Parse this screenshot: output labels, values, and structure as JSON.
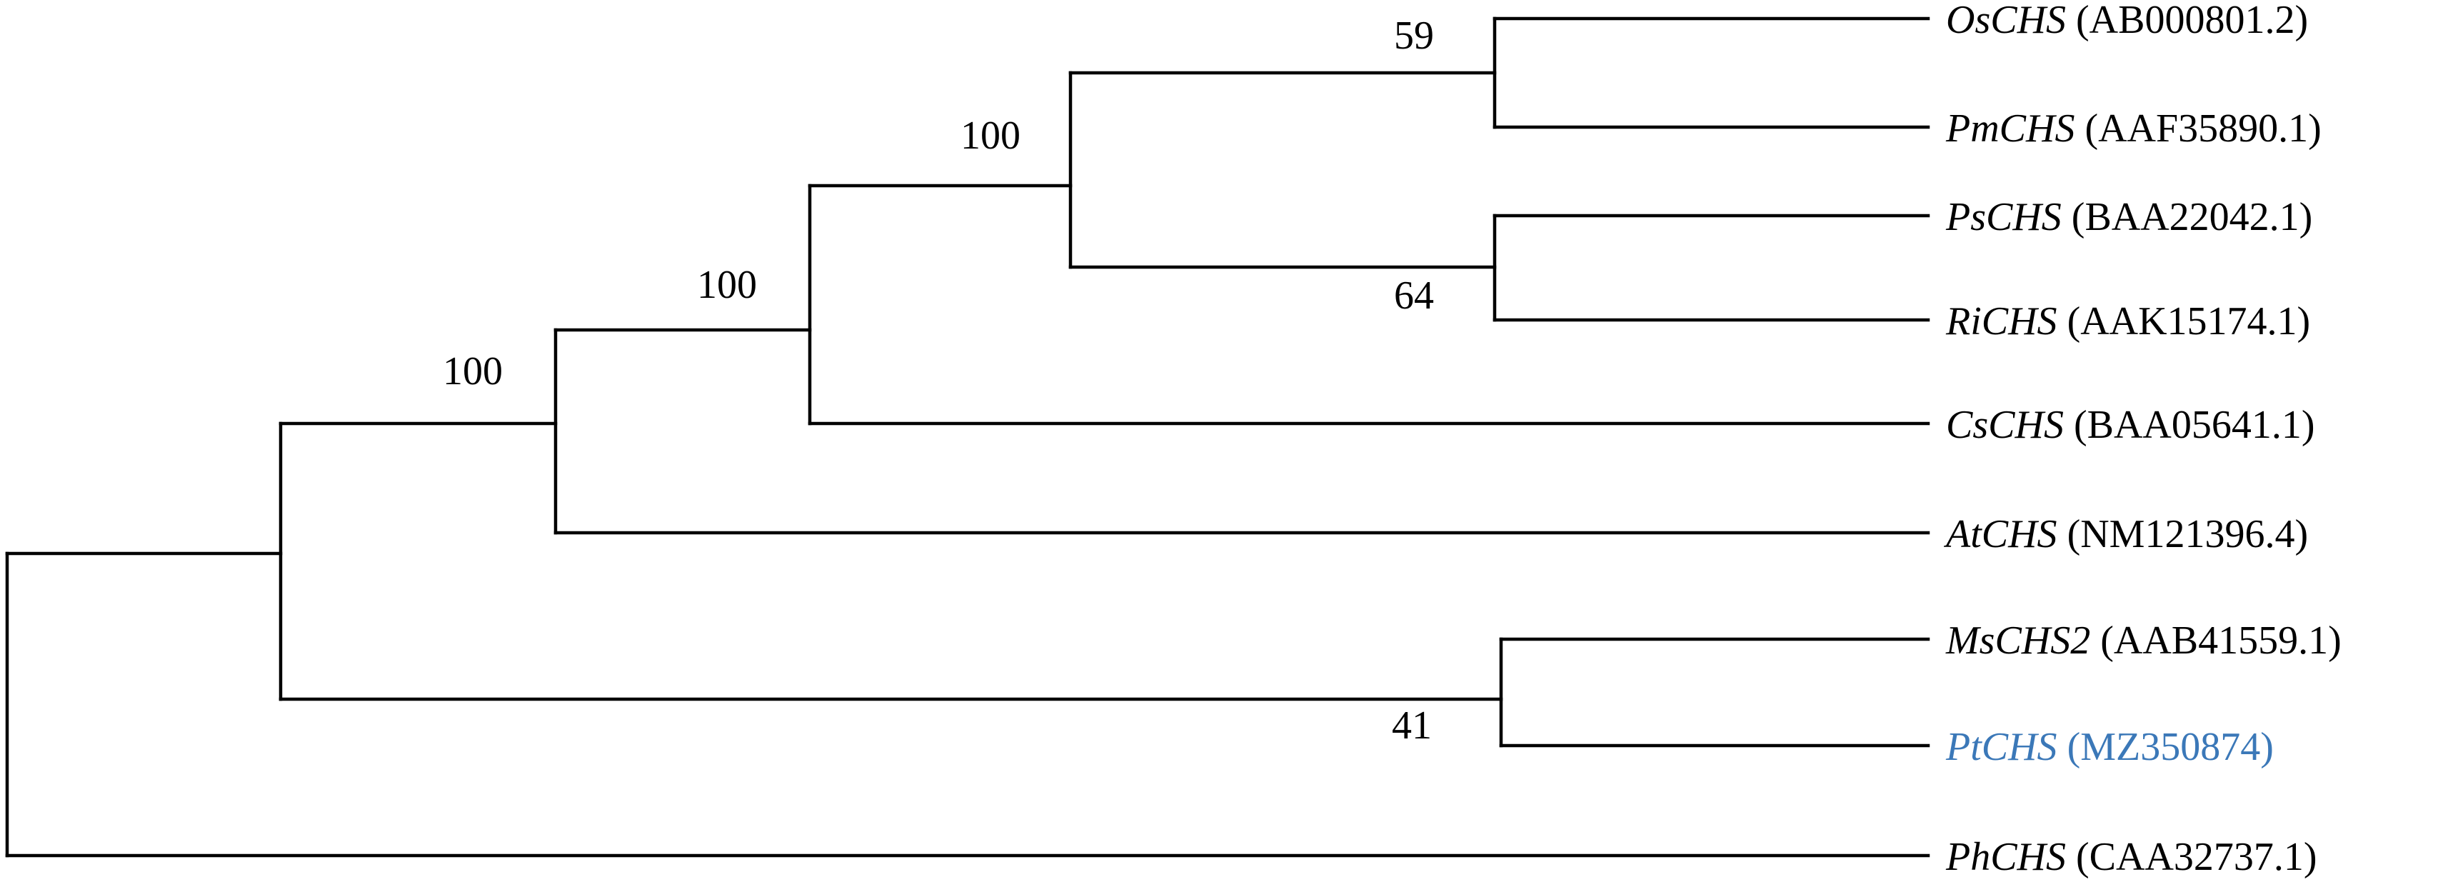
{
  "colors": {
    "line": "#000000",
    "text": "#000000",
    "highlight": "#3b78b8"
  },
  "tree": {
    "taxa": [
      {
        "id": "os",
        "name": "OsCHS",
        "accession": "(AB000801.2)",
        "highlighted": false
      },
      {
        "id": "pm",
        "name": "PmCHS",
        "accession": "(AAF35890.1)",
        "highlighted": false
      },
      {
        "id": "ps",
        "name": "PsCHS",
        "accession": "(BAA22042.1)",
        "highlighted": false
      },
      {
        "id": "ri",
        "name": "RiCHS",
        "accession": "(AAK15174.1)",
        "highlighted": false
      },
      {
        "id": "cs",
        "name": "CsCHS",
        "accession": "(BAA05641.1)",
        "highlighted": false
      },
      {
        "id": "at",
        "name": "AtCHS",
        "accession": "(NM121396.4)",
        "highlighted": false
      },
      {
        "id": "ms",
        "name": "MsCHS2",
        "accession": "(AAB41559.1)",
        "highlighted": false
      },
      {
        "id": "pt",
        "name": "PtCHS",
        "accession": "(MZ350874)",
        "highlighted": true
      },
      {
        "id": "ph",
        "name": "PhCHS",
        "accession": "(CAA32737.1)",
        "highlighted": false
      }
    ],
    "bootstrap": {
      "os_pm": "59",
      "ps_ri": "64",
      "os_ri": "100",
      "os_cs": "100",
      "os_at": "100",
      "ms_pt": "41"
    }
  }
}
